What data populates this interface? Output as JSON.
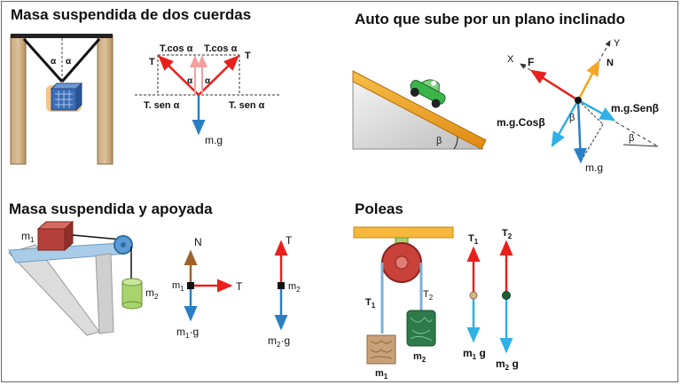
{
  "titles": {
    "two_ropes": "Masa suspendida  de dos cuerdas",
    "incline": "Auto que sube por un plano inclinado",
    "hanging_resting": "Masa suspendida y apoyada",
    "pulleys": "Poleas"
  },
  "two_ropes": {
    "alpha": "α",
    "t_cos_left": "T.cos α",
    "t_cos_right": "T.cos α",
    "t_left": "T",
    "t_right": "T",
    "t_sen_left": "T. sen α",
    "t_sen_right": "T. sen α",
    "weight": "m.g"
  },
  "incline": {
    "beta": "β",
    "x_axis": "X",
    "y_axis": "Y",
    "force": "F",
    "normal": "N",
    "mg_sin": "m.g.Senβ",
    "mg_cos": "m.g.Cosβ",
    "weight": "m.g"
  },
  "hanging_resting": {
    "m1_label": "m",
    "m1_sub": "1",
    "m2_label": "m",
    "m2_sub": "2",
    "fbd1_normal": "N",
    "fbd1_mass": "m",
    "fbd1_mass_sub": "1",
    "fbd1_tension": "T",
    "fbd1_weight": "m",
    "fbd1_weight_sub": "1",
    "fbd1_weight_g": "·g",
    "fbd2_tension": "T",
    "fbd2_mass": "m",
    "fbd2_mass_sub": "2",
    "fbd2_weight": "m",
    "fbd2_weight_sub": "2",
    "fbd2_weight_g": "·g"
  },
  "pulleys": {
    "t1": "T",
    "t1_sub": "1",
    "t2": "T",
    "t2_sub": "2",
    "m1": "m",
    "m1_sub": "1",
    "m2": "m",
    "m2_sub": "2",
    "fbd_t1": "T",
    "fbd_t1_sub": "1",
    "fbd_t2": "T",
    "fbd_t2_sub": "2",
    "fbd_m1g": "m",
    "fbd_m1g_sub": "1",
    "fbd_m1g_g": " g",
    "fbd_m2g": "m",
    "fbd_m2g_sub": "2",
    "fbd_m2g_g": " g"
  },
  "colors": {
    "red": "#e8201c",
    "blue": "#2a7fc4",
    "light_blue": "#2fb0e6",
    "brown": "#a0622a",
    "orange": "#f5a623",
    "pink": "#f2a0a0"
  }
}
